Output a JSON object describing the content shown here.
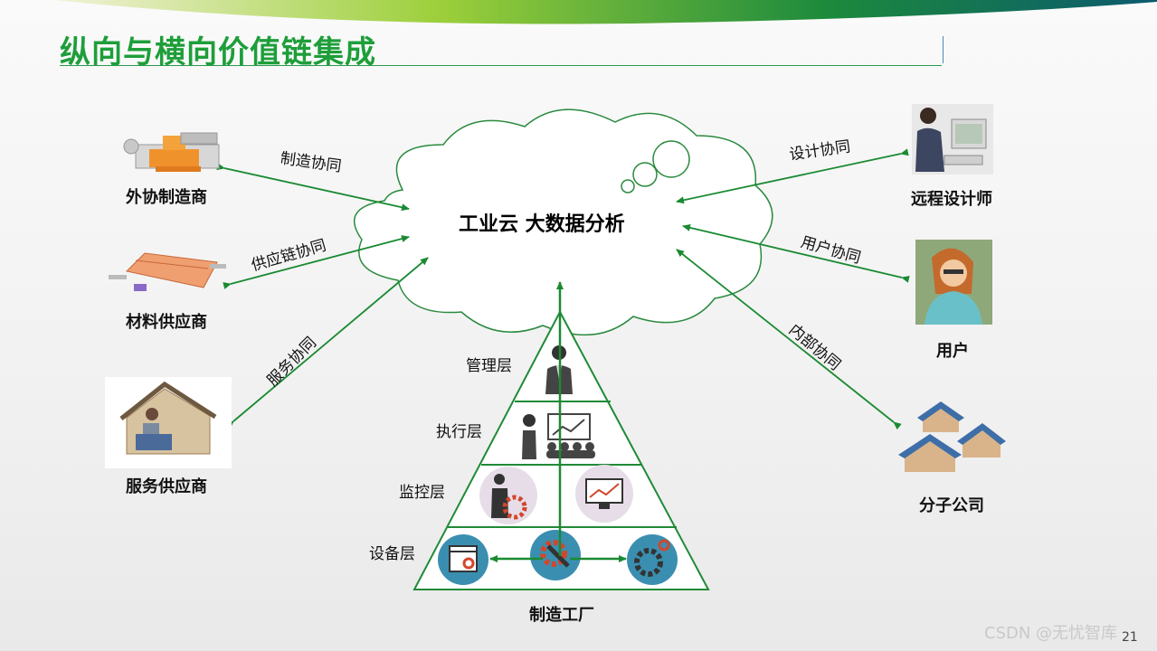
{
  "title": "纵向与横向价值链集成",
  "center": "工业云  大数据分析",
  "left_nodes": [
    {
      "label": "外协制造商",
      "link": "制造协同",
      "icon": "factory-icon"
    },
    {
      "label": "材料供应商",
      "link": "供应链协同",
      "icon": "warehouse-icon"
    },
    {
      "label": "服务供应商",
      "link": "服务协同",
      "icon": "service-house-icon"
    }
  ],
  "right_nodes": [
    {
      "label": "远程设计师",
      "link": "设计协同",
      "icon": "designer-icon"
    },
    {
      "label": "用户",
      "link": "用户协同",
      "icon": "user-icon"
    },
    {
      "label": "分子公司",
      "link": "内部协同",
      "icon": "branch-houses-icon"
    }
  ],
  "pyramid": {
    "layers": [
      "管理层",
      "执行层",
      "监控层",
      "设备层"
    ],
    "bottom_label": "制造工厂"
  },
  "colors": {
    "title": "#1e9e3a",
    "arrow": "#1a8a32",
    "cloud_stroke": "#2a8a3e",
    "icon_circle": "#3a8fb0"
  },
  "page_number": "21",
  "watermark": "CSDN @无忧智库"
}
